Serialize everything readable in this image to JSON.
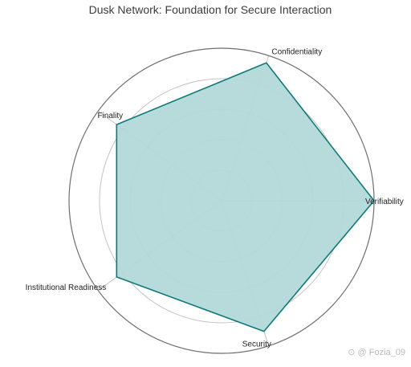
{
  "chart_data": {
    "type": "radar",
    "title": "Dusk Network: Foundation for Secure Interaction",
    "categories": [
      "Verifiability",
      "Confidentiality",
      "Finality",
      "Institutional Readiness",
      "Security"
    ],
    "values": [
      1.0,
      0.95,
      0.85,
      0.85,
      0.9
    ],
    "range": [
      0,
      1
    ],
    "grid": true,
    "fill_color": "#b3d8d9",
    "line_color": "#0e7b7b"
  },
  "watermark": {
    "text": "⊙ @ Fozia_09"
  }
}
